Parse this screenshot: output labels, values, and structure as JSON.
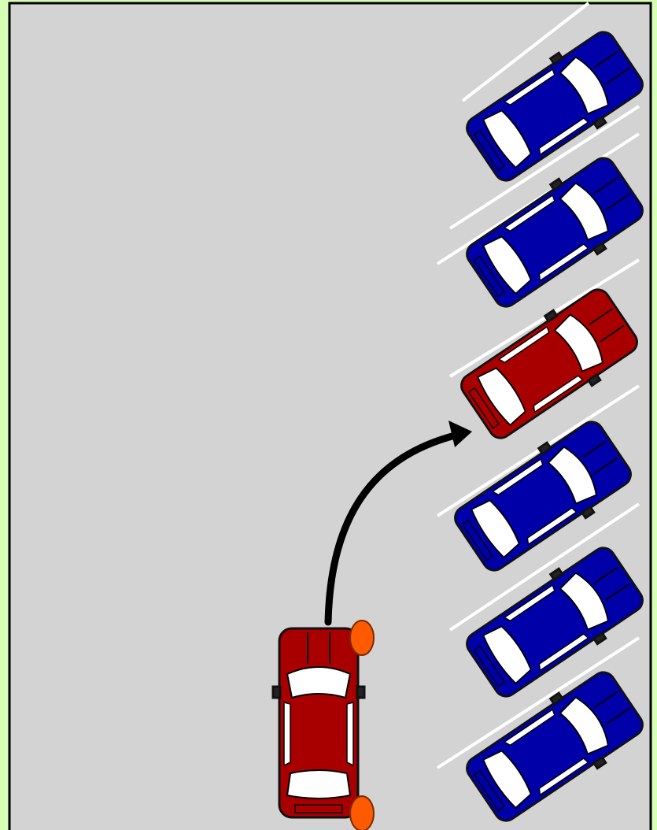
{
  "colors": {
    "page_background": "#d6ffb6",
    "lot_surface": "#d3d3d3",
    "lot_border": "#000000",
    "stall_line": "#ffffff",
    "parked_car": "#0000a8",
    "target_car": "#a80000",
    "moving_car": "#a80000",
    "turn_signal": "#ff5a00",
    "path_arrow": "#000000",
    "glass": "#ffffff",
    "outline": "#111111"
  },
  "diagram": {
    "subject": "angle-parking",
    "stalls": [
      {
        "occupant": "parked-car"
      },
      {
        "occupant": "parked-car"
      },
      {
        "occupant": "target-car"
      },
      {
        "occupant": "parked-car"
      },
      {
        "occupant": "parked-car"
      },
      {
        "occupant": "parked-car"
      }
    ],
    "moving_car": {
      "signal_lights": 2
    },
    "path": {
      "style": "curved-arrow"
    },
    "icons": [
      "car-icon",
      "curved-arrow-icon",
      "turn-signal-icon"
    ]
  }
}
